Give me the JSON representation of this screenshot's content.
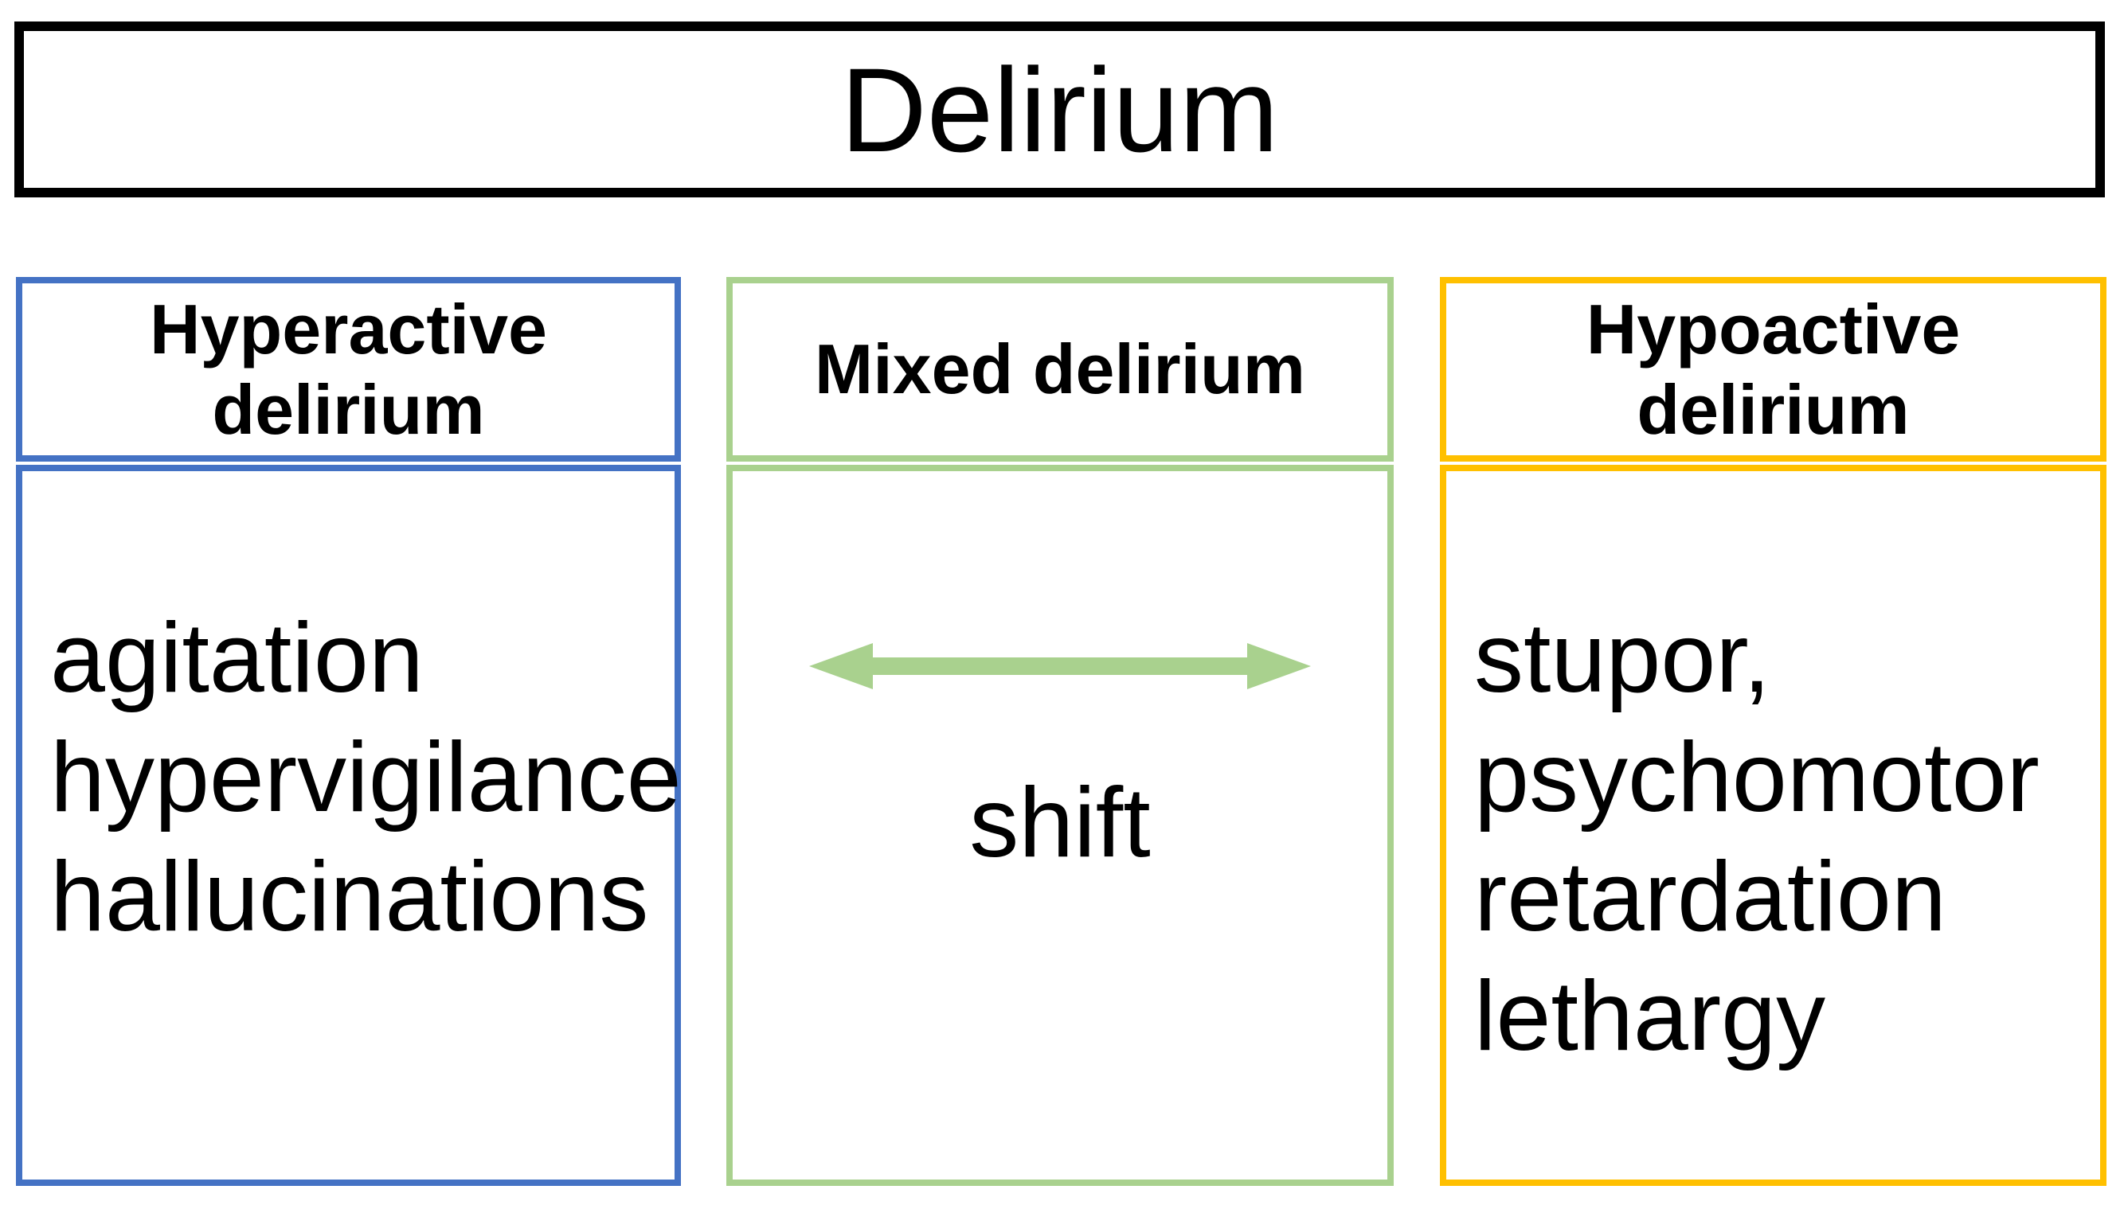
{
  "title": {
    "text": "Delirium"
  },
  "colors": {
    "title-border": "#000000",
    "hyperactive-border": "#4472C4",
    "mixed-border": "#A9D18E",
    "hypoactive-border": "#FFC000",
    "arrow": "#A9D18E",
    "text": "#000000",
    "background": "#FFFFFF"
  },
  "columns": [
    {
      "id": "hyperactive",
      "header": "Hyperactive delirium",
      "body_lines": [
        "agitation",
        "hypervigilance",
        "hallucinations"
      ]
    },
    {
      "id": "mixed",
      "header": "Mixed delirium",
      "arrow_icon": "double-headed-horizontal-arrow",
      "body_label": "shift"
    },
    {
      "id": "hypoactive",
      "header": "Hypoactive delirium",
      "body_lines": [
        "stupor,",
        "psychomotor",
        "retardation",
        "lethargy"
      ]
    }
  ]
}
